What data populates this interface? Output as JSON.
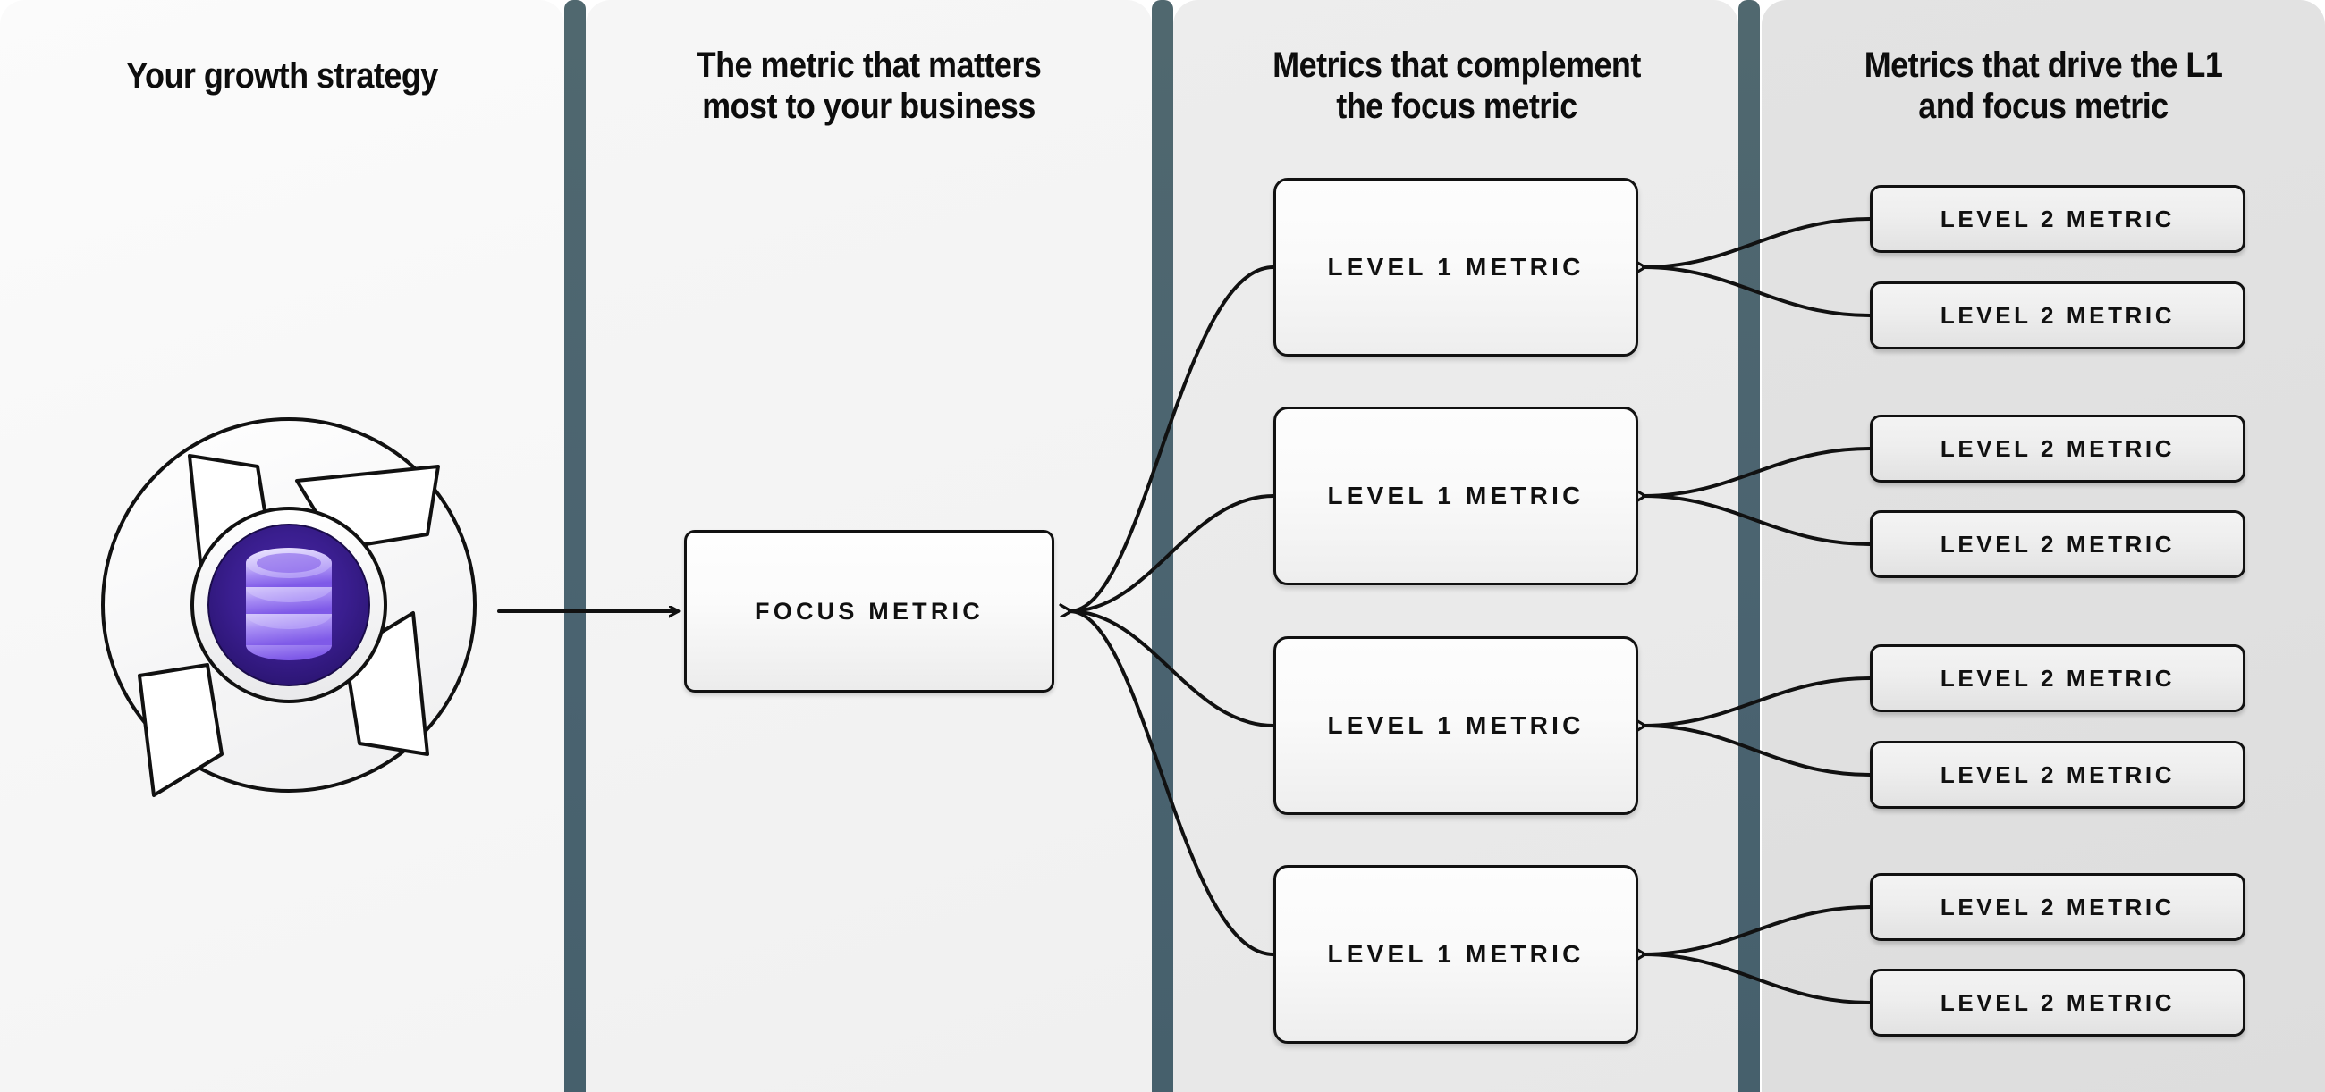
{
  "diagram": {
    "title": "Metric tree: growth strategy to level 2 metrics",
    "accent_divider_color": "#4a6370",
    "emblem_core_color": "#3a1e8f",
    "emblem_icon_color": "#8b6cf0"
  },
  "columns": [
    {
      "id": "strategy",
      "heading": "Your growth strategy",
      "background": "#f7f7f7"
    },
    {
      "id": "focus",
      "heading": "The metric that matters\nmost to your business",
      "background": "#f2f2f2"
    },
    {
      "id": "level1",
      "heading": "Metrics that complement\nthe focus metric",
      "background": "#eaeaea"
    },
    {
      "id": "level2",
      "heading": "Metrics that drive the L1\nand focus metric",
      "background": "#e0e0e0"
    }
  ],
  "emblem": {
    "name": "growth-strategy-aperture-emblem",
    "icon": "database-icon"
  },
  "focus_node": {
    "label": "FOCUS METRIC"
  },
  "level1_nodes": [
    {
      "label": "LEVEL 1 METRIC"
    },
    {
      "label": "LEVEL 1 METRIC"
    },
    {
      "label": "LEVEL 1 METRIC"
    },
    {
      "label": "LEVEL 1 METRIC"
    }
  ],
  "level2_nodes": [
    {
      "label": "LEVEL 2 METRIC"
    },
    {
      "label": "LEVEL 2 METRIC"
    },
    {
      "label": "LEVEL 2 METRIC"
    },
    {
      "label": "LEVEL 2 METRIC"
    },
    {
      "label": "LEVEL 2 METRIC"
    },
    {
      "label": "LEVEL 2 METRIC"
    },
    {
      "label": "LEVEL 2 METRIC"
    },
    {
      "label": "LEVEL 2 METRIC"
    }
  ]
}
